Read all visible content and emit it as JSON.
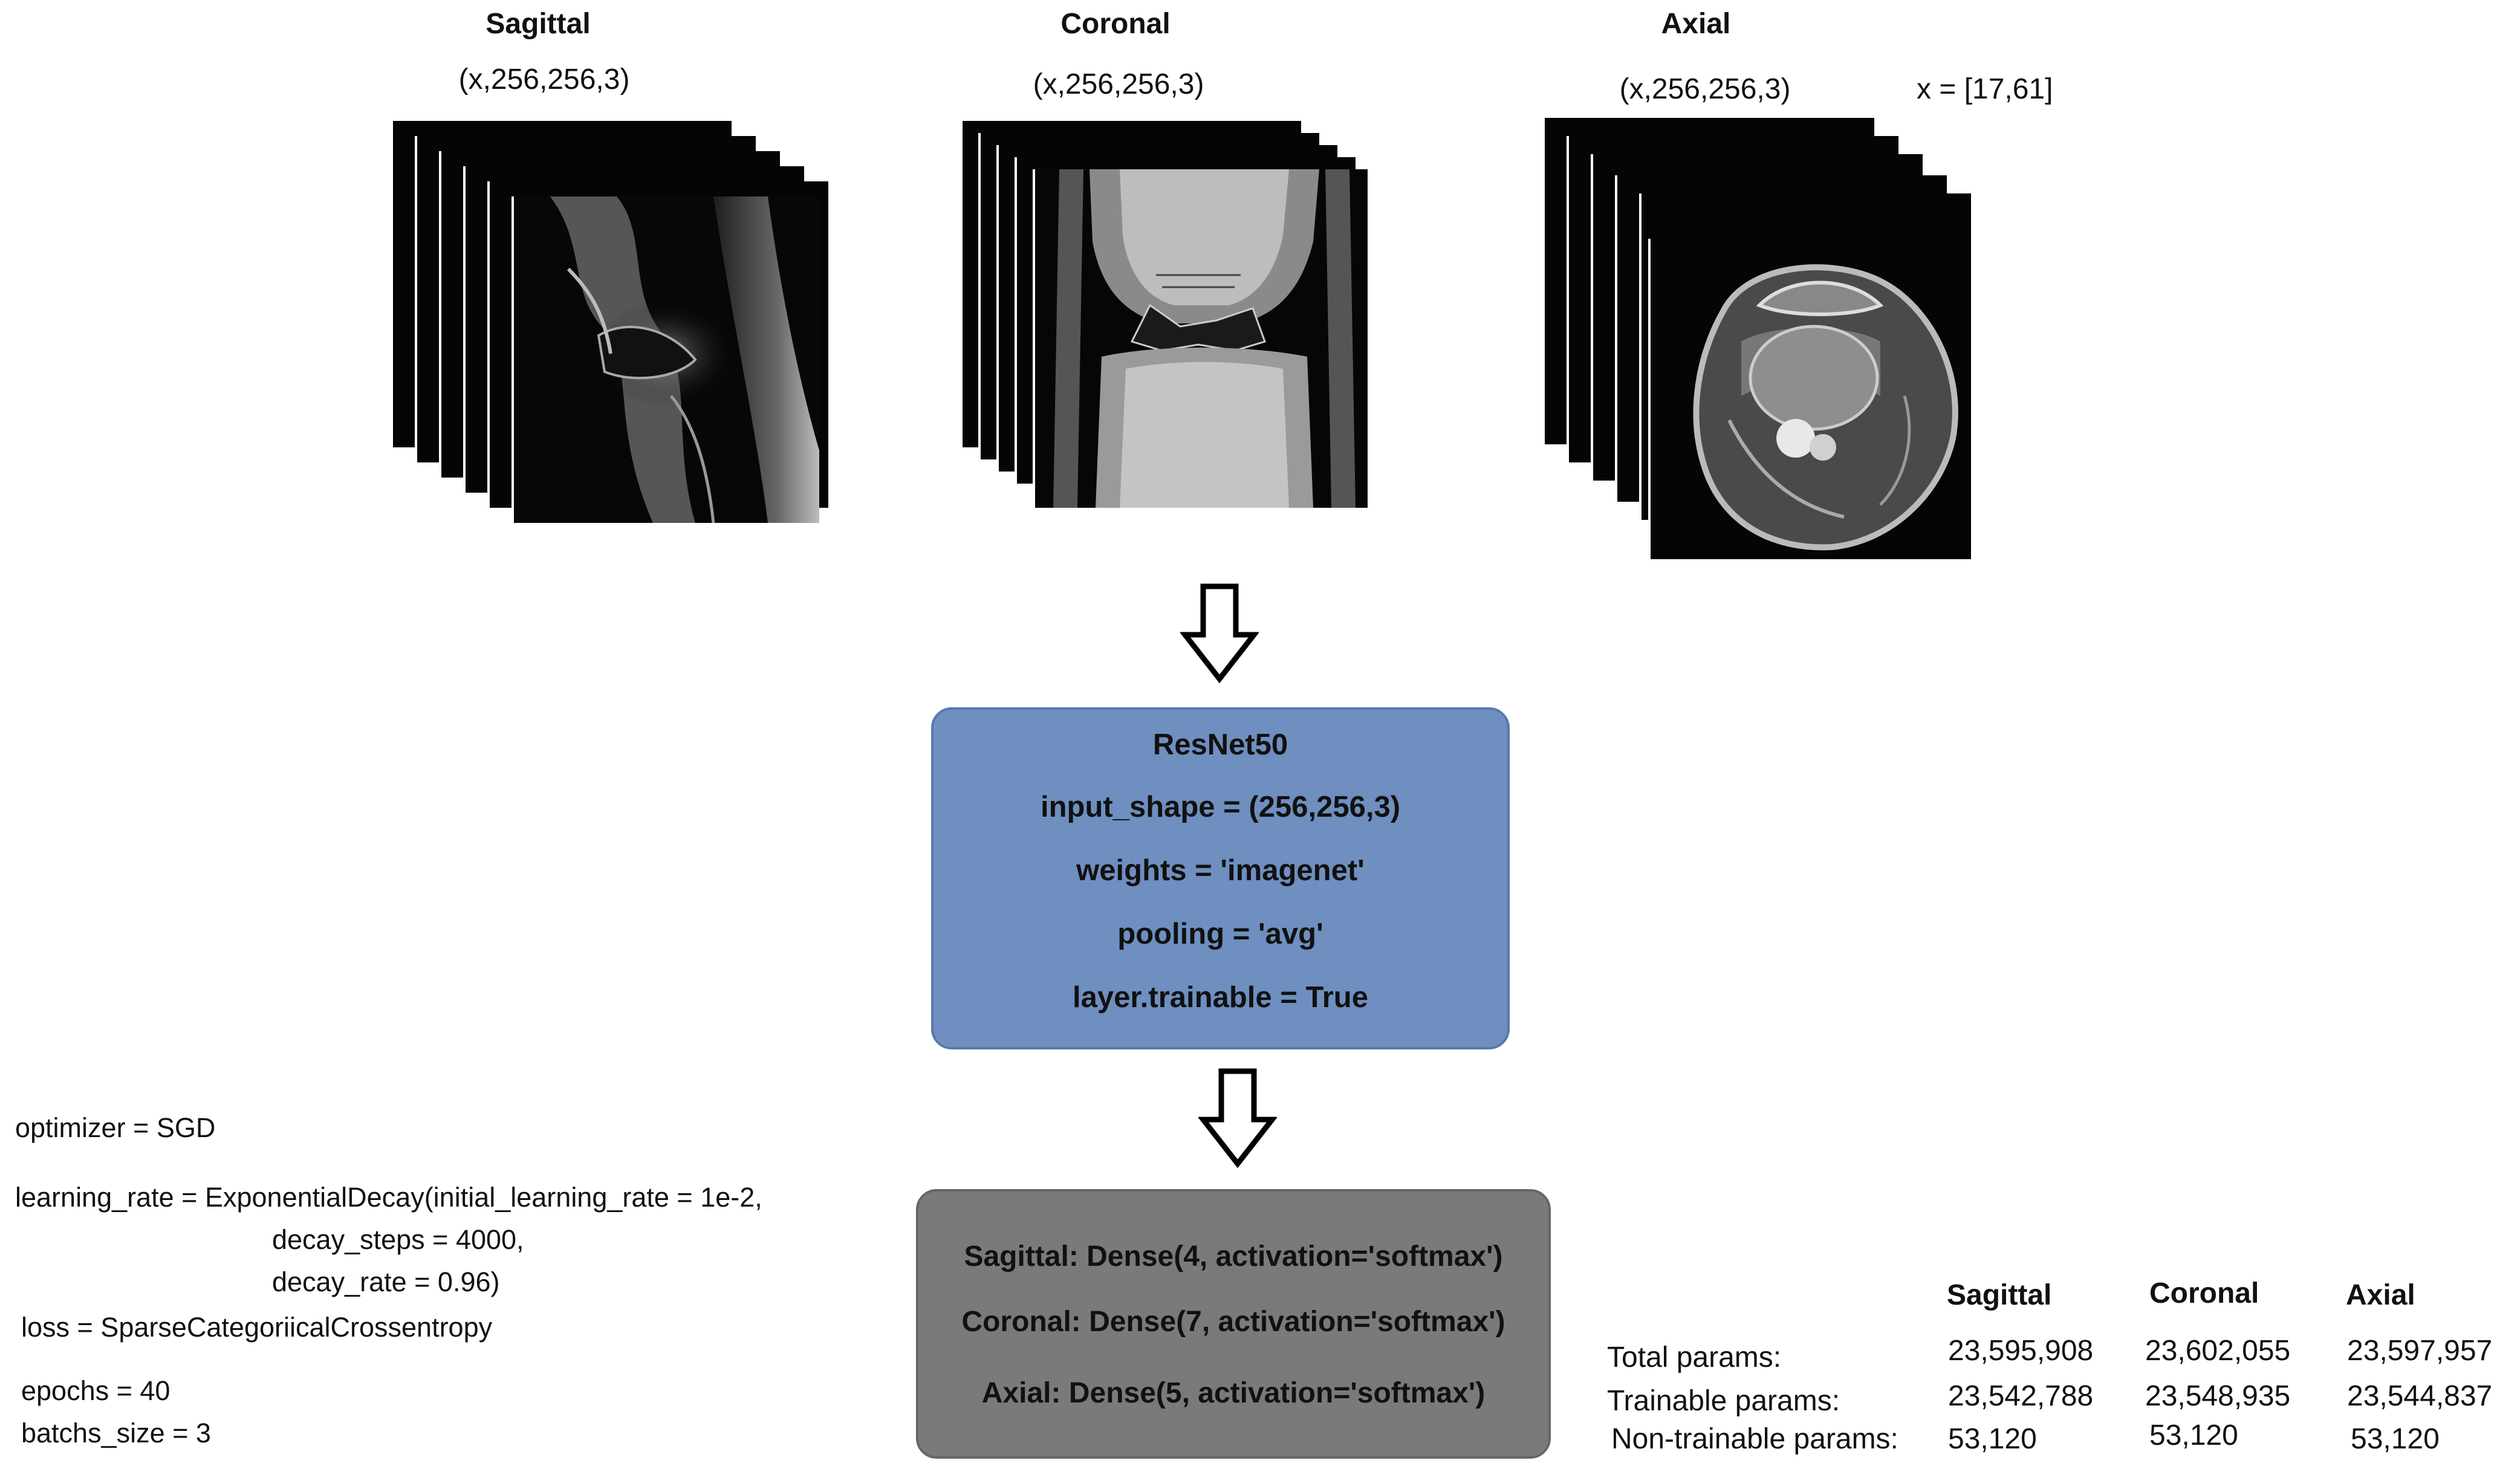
{
  "views": [
    {
      "title": "Sagittal",
      "shape": "(x,256,256,3)"
    },
    {
      "title": "Coronal",
      "shape": "(x,256,256,3)"
    },
    {
      "title": "Axial",
      "shape": "(x,256,256,3)"
    }
  ],
  "x_range": "x = [17,61]",
  "resnet": {
    "title": "ResNet50",
    "input_shape": "input_shape = (256,256,3)",
    "weights": "weights = 'imagenet'",
    "pooling": "pooling = 'avg'",
    "trainable": "layer.trainable = True",
    "fill": "#6e8fbf"
  },
  "dense": {
    "sagittal": "Sagittal: Dense(4, activation='softmax')",
    "coronal": "Coronal: Dense(7, activation='softmax')",
    "axial": "Axial: Dense(5, activation='softmax')",
    "fill": "#7a7a7a"
  },
  "hyperparams": {
    "optimizer": "optimizer = SGD",
    "lr_line1": "learning_rate = ExponentialDecay(initial_learning_rate = 1e-2,",
    "lr_line2": "decay_steps = 4000,",
    "lr_line3": "decay_rate = 0.96)",
    "loss": "loss = SparseCategoriicalCrossentropy",
    "epochs": "epochs = 40",
    "batch": "batchs_size = 3"
  },
  "params_table": {
    "columns": [
      "Sagittal",
      "Coronal",
      "Axial"
    ],
    "rows": [
      {
        "label": "Total params:",
        "values": [
          "23,595,908",
          "23,602,055",
          "23,597,957"
        ]
      },
      {
        "label": "Trainable params:",
        "values": [
          "23,542,788",
          "23,548,935",
          "23,544,837"
        ]
      },
      {
        "label": "Non-trainable params:",
        "values": [
          "53,120",
          "53,120",
          "53,120"
        ]
      }
    ]
  }
}
